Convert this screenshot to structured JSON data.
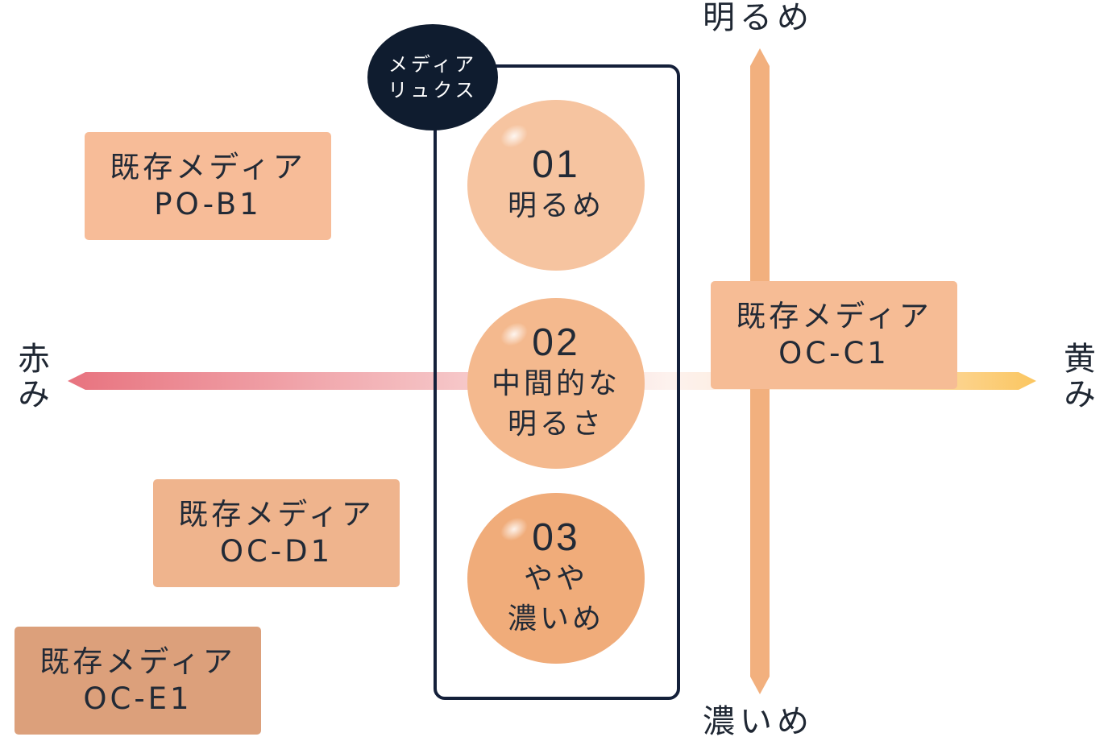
{
  "axes": {
    "top": "明るめ",
    "bottom": "濃いめ",
    "left": "赤み",
    "right": "黄み"
  },
  "badge": {
    "line1": "メディア",
    "line2": "リュクス"
  },
  "shades": [
    {
      "number": "01",
      "label_line1": "明るめ",
      "label_line2": "",
      "color": "#f6c4a0"
    },
    {
      "number": "02",
      "label_line1": "中間的な",
      "label_line2": "明るさ",
      "color": "#f4b98e"
    },
    {
      "number": "03",
      "label_line1": "やや",
      "label_line2": "濃いめ",
      "color": "#f0ac7a"
    }
  ],
  "existing": [
    {
      "line1": "既存メディア",
      "line2": "PO-B1",
      "color": "#f7bc98"
    },
    {
      "line1": "既存メディア",
      "line2": "OC-C1",
      "color": "#f6bc95"
    },
    {
      "line1": "既存メディア",
      "line2": "OC-D1",
      "color": "#efb48d"
    },
    {
      "line1": "既存メディア",
      "line2": "OC-E1",
      "color": "#dca07b"
    }
  ],
  "colors": {
    "frame": "#14203a",
    "badge": "#0f1c2f",
    "vertical_axis": "#f2b07e",
    "axis_red": "#e8737f",
    "axis_yellow": "#fbc660"
  }
}
